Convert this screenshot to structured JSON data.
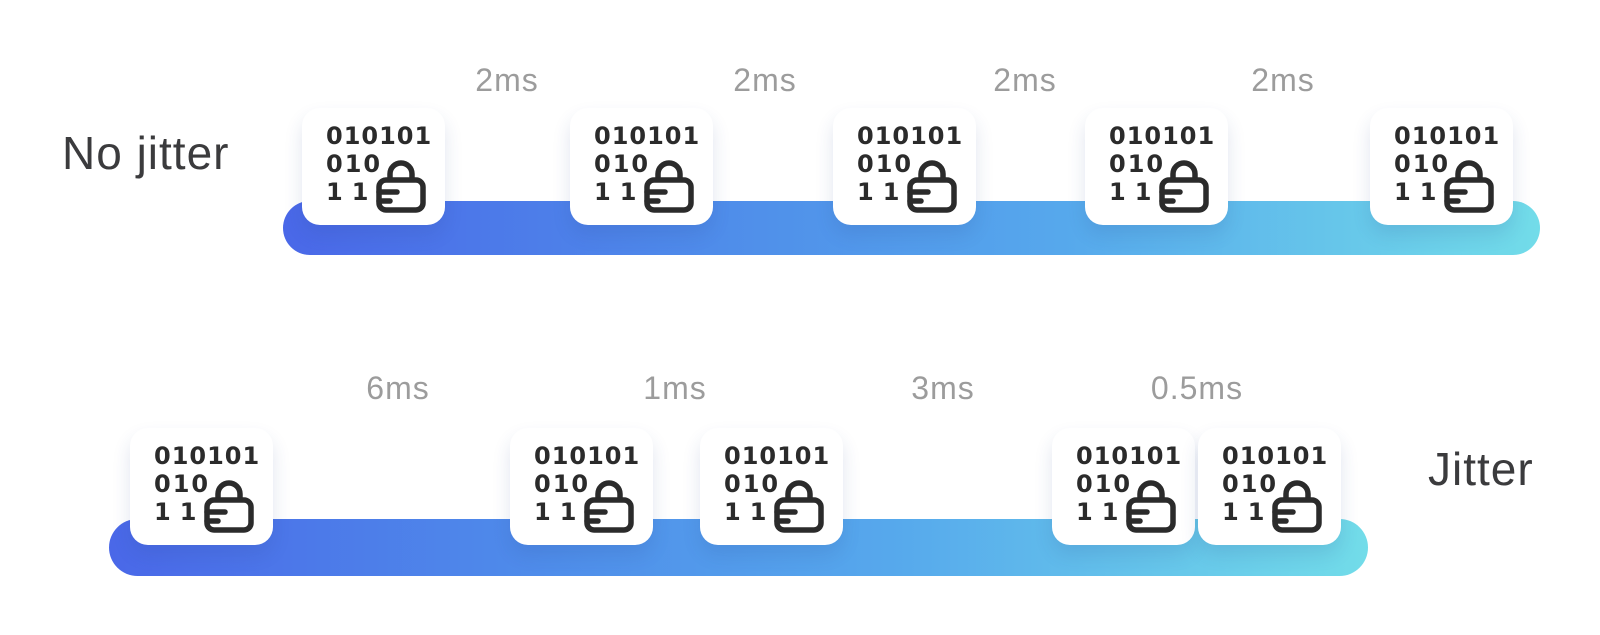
{
  "diagram": {
    "background_color": "#ffffff",
    "colors": {
      "bar_gradient_start": "#4a68e8",
      "bar_gradient_end": "#72dce9",
      "interval_label_gray": "#9c9c9c",
      "title_dark": "#3b3b3d",
      "packet_icon_dark": "#2b2b2b",
      "packet_background": "#ffffff"
    },
    "packet": {
      "icon": "lock-icon",
      "line1": "010101",
      "line2": "010",
      "line3": "11"
    },
    "rows": [
      {
        "name": "no-jitter",
        "title": "No jitter",
        "packet_count": 5,
        "intervals": [
          "2ms",
          "2ms",
          "2ms",
          "2ms"
        ]
      },
      {
        "name": "jitter",
        "title": "Jitter",
        "packet_count": 5,
        "intervals": [
          "6ms",
          "1ms",
          "3ms",
          "0.5ms"
        ]
      }
    ]
  }
}
